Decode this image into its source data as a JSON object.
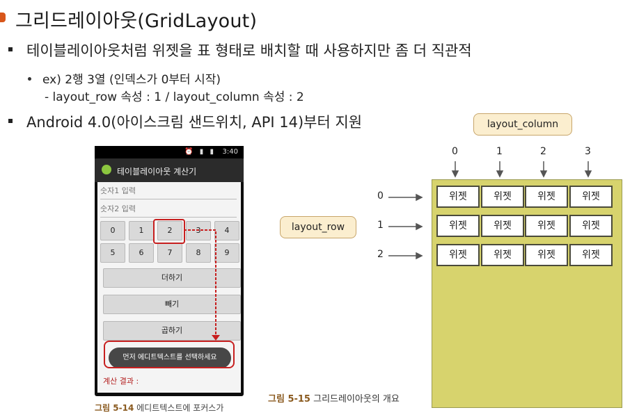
{
  "slide": {
    "title": "그리드레이아웃(GridLayout)",
    "bullet1": "테이블레이아웃처럼 위젯을 표 형태로 배치할 때 사용하지만 좀 더 직관적",
    "bullet2": "ex) 2행 3열 (인덱스가 0부터 시작)",
    "bullet3": "- layout_row 속성 : 1 / layout_column 속성 : 2",
    "bullet4": "Android 4.0(아이스크림 샌드위치, API 14)부터 지원"
  },
  "phone": {
    "status_time": "3:40",
    "status_icons": "⏰ ▮ ▮",
    "app_title": "테이블레이아웃 계산기",
    "field1_hint": "숫자1 입력",
    "field2_hint": "숫자2 입력",
    "keys_row1": [
      "0",
      "1",
      "2",
      "3",
      "4"
    ],
    "keys_row2": [
      "5",
      "6",
      "7",
      "8",
      "9"
    ],
    "add_label": "더하기",
    "sub_label": "빼기",
    "mul_label": "곱하기",
    "toast": "먼저 에디트텍스트를 선택하세요",
    "result": "계산 결과 :"
  },
  "caption_left": {
    "num": "그림 5-14",
    "text": "에디트텍스트에 포커스가"
  },
  "diagram": {
    "column_label": "layout_column",
    "row_label": "layout_row",
    "columns": [
      "0",
      "1",
      "2",
      "3"
    ],
    "rows": [
      "0",
      "1",
      "2"
    ],
    "widget": "위젯"
  },
  "caption_right": {
    "num": "그림 5-15",
    "text": "그리드레이아웃의 개요"
  },
  "colors": {
    "accent": "#d8561a",
    "highlight": "#c71f1f",
    "grid_panel": "#d7d36d",
    "label_bg": "#fbeecf"
  }
}
